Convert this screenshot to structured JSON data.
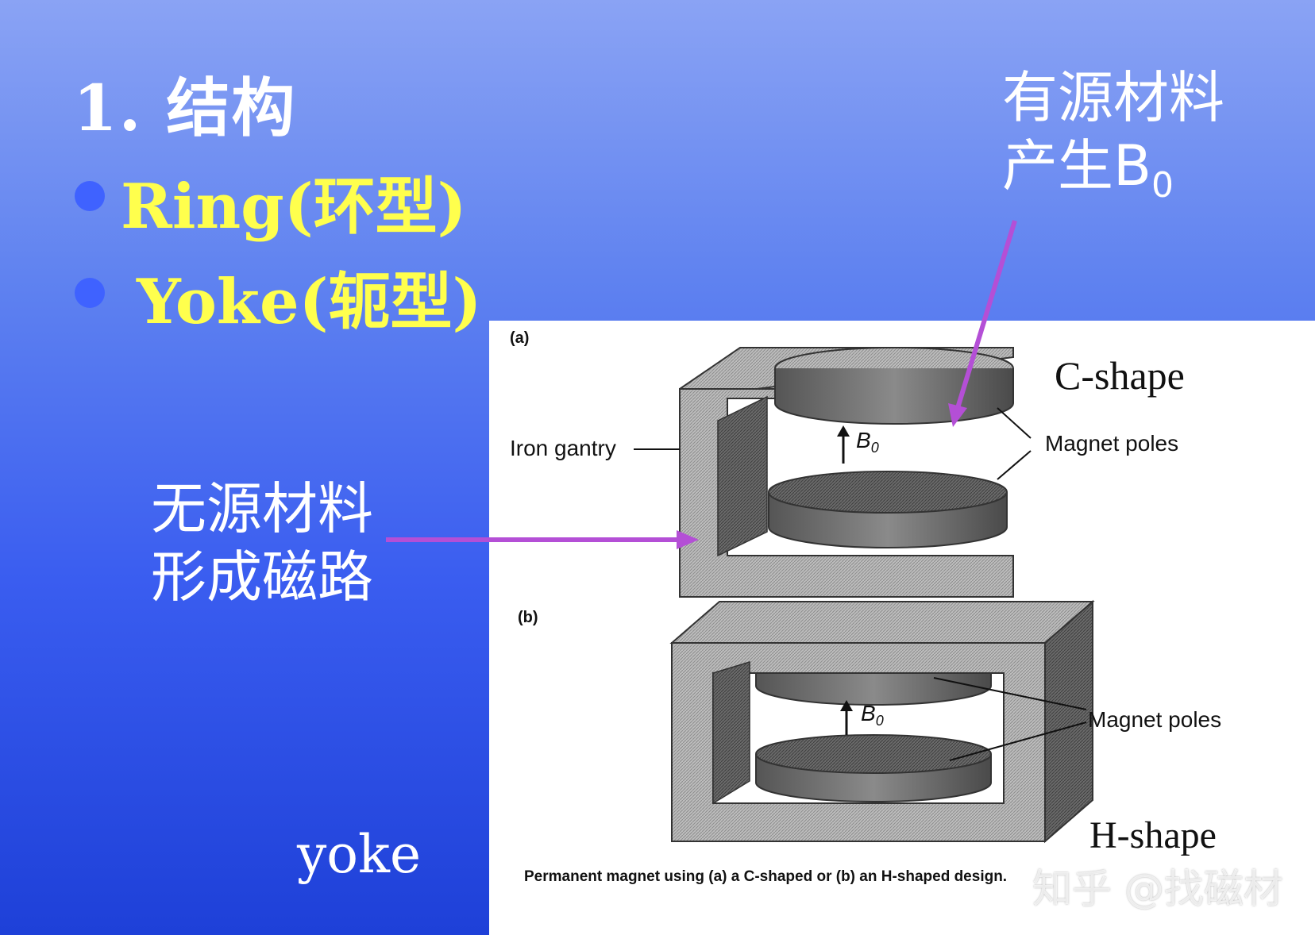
{
  "slide": {
    "title": "1. 结构",
    "bullets": [
      {
        "label": "Ring(环型)"
      },
      {
        "label": "Yoke(轭型)"
      }
    ],
    "notes": {
      "active_line1": "有源材料",
      "active_line2": "产生B",
      "active_sub": "0",
      "passive_line1": "无源材料",
      "passive_line2": "形成磁路"
    },
    "yoke_label": "yoke",
    "watermark": "知乎 @找磁材"
  },
  "figure": {
    "panel_a_label": "(a)",
    "panel_b_label": "(b)",
    "c_shape_label": "C-shape",
    "h_shape_label": "H-shape",
    "iron_gantry_label": "Iron gantry",
    "magnet_poles_a": "Magnet poles",
    "magnet_poles_b": "Magnet poles",
    "b0_a": "B",
    "b0_a_sub": "0",
    "b0_b": "B",
    "b0_b_sub": "0",
    "caption": "Permanent magnet using (a) a C-shaped or (b) an H-shaped design."
  },
  "colors": {
    "bullet_text": "#ffff4d",
    "bullet_dot": "#3f62ff",
    "arrow": "#b44fd6"
  }
}
